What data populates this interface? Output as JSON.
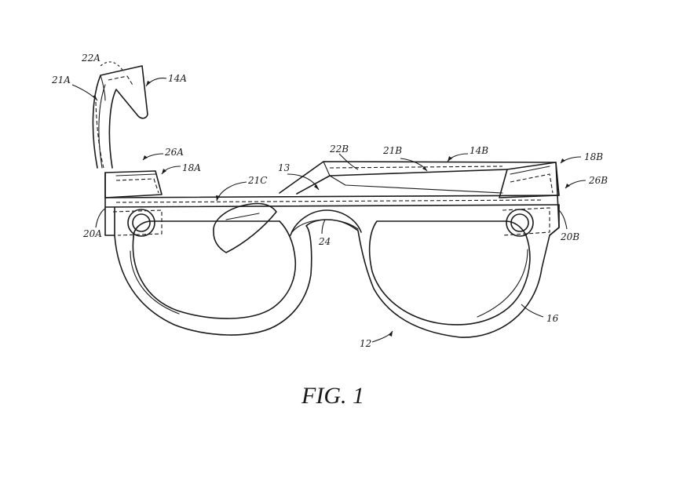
{
  "figure": {
    "caption": "FIG. 1",
    "labels": {
      "l_22A": "22A",
      "l_21A": "21A",
      "l_14A": "14A",
      "l_26A": "26A",
      "l_18A": "18A",
      "l_20A": "20A",
      "l_21C": "21C",
      "l_13": "13",
      "l_22B": "22B",
      "l_21B": "21B",
      "l_14B": "14B",
      "l_18B": "18B",
      "l_26B": "26B",
      "l_20B": "20B",
      "l_24": "24",
      "l_16": "16",
      "l_12": "12"
    }
  }
}
